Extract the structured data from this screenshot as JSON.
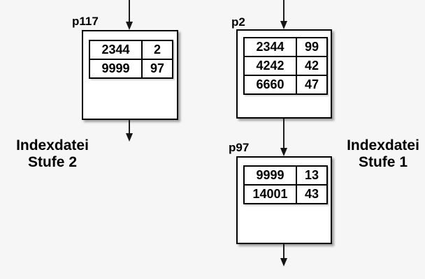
{
  "diagram": {
    "description": "Index file diagram with linked pages",
    "colors": {
      "background": "#f6f6f6",
      "box_fill": "#ffffff",
      "line": "#000000",
      "shadow": "#aaaaaa"
    },
    "nodes": {
      "p117": {
        "label": "p117",
        "rows": [
          [
            "2344",
            "2"
          ],
          [
            "9999",
            "97"
          ]
        ]
      },
      "p2": {
        "label": "p2",
        "rows": [
          [
            "2344",
            "99"
          ],
          [
            "4242",
            "42"
          ],
          [
            "6660",
            "47"
          ]
        ]
      },
      "p97": {
        "label": "p97",
        "rows": [
          [
            "9999",
            "13"
          ],
          [
            "14001",
            "43"
          ]
        ]
      }
    },
    "side_labels": {
      "left": {
        "line1": "Indexdatei",
        "line2": "Stufe 2"
      },
      "right": {
        "line1": "Indexdatei",
        "line2": "Stufe 1"
      }
    }
  }
}
